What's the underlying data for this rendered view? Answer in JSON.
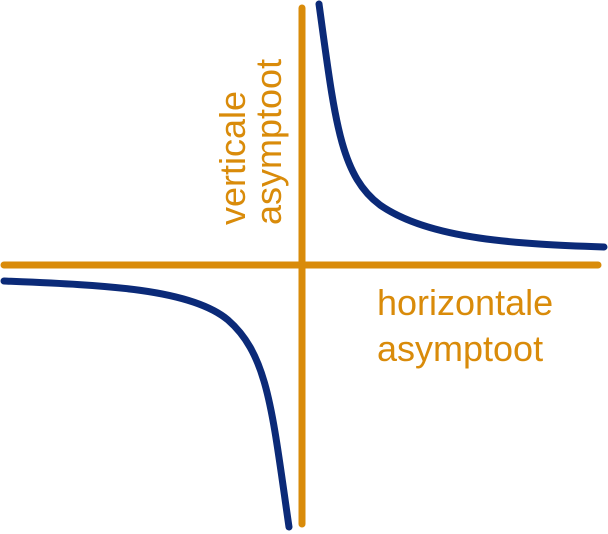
{
  "colors": {
    "asymptote": "#d98b0a",
    "curve": "#0b2a78",
    "background": "#ffffff"
  },
  "labels": {
    "vertical_line1": "verticale",
    "vertical_line2": "asymptoot",
    "horizontal_line1": "horizontale",
    "horizontal_line2": "asymptoot"
  }
}
